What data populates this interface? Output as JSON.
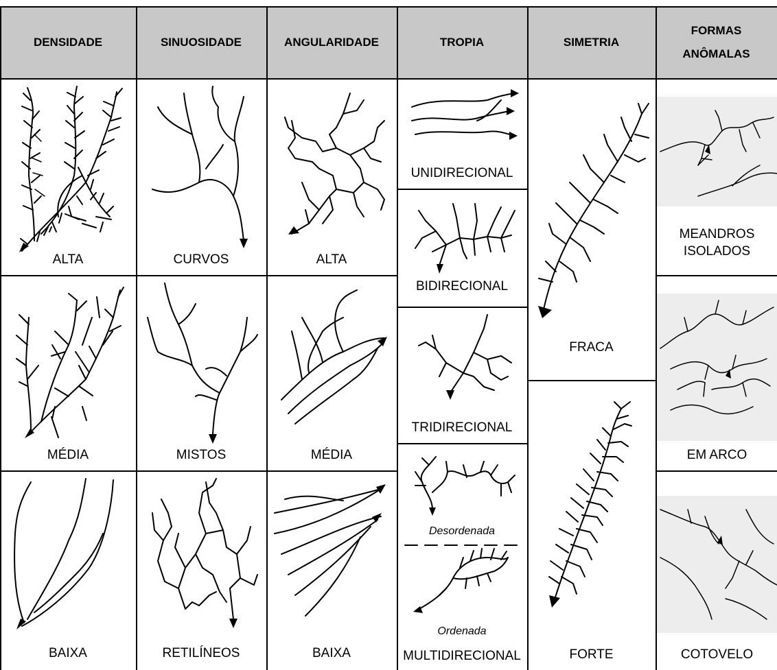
{
  "headers": {
    "densidade": "DENSIDADE",
    "sinuosidade": "SINUOSIDADE",
    "angularidade": "ANGULARIDADE",
    "tropia": "TROPIA",
    "simetria": "SIMETRIA",
    "formas_line1": "FORMAS",
    "formas_line2": "ANÔMALAS"
  },
  "densidade": {
    "alta": "ALTA",
    "media": "MÉDIA",
    "baixa": "BAIXA"
  },
  "sinuosidade": {
    "curvos": "CURVOS",
    "mistos": "MISTOS",
    "retilineos": "RETILÍNEOS"
  },
  "angularidade": {
    "alta": "ALTA",
    "media": "MÉDIA",
    "baixa": "BAIXA"
  },
  "tropia": {
    "unidirecional": "UNIDIRECIONAL",
    "bidirecional": "BIDIRECIONAL",
    "tridirecional": "TRIDIRECIONAL",
    "desordenada": "Desordenada",
    "ordenada": "Ordenada",
    "multidirecional": "MULTIDIRECIONAL"
  },
  "simetria": {
    "fraca": "FRACA",
    "forte": "FORTE"
  },
  "formas": {
    "meandros_line1": "MEANDROS",
    "meandros_line2": "ISOLADOS",
    "em_arco": "EM ARCO",
    "cotovelo": "COTOVELO"
  },
  "colors": {
    "header_bg": "#c8c8c8",
    "grid": "#000000",
    "photo_bg": "#ededed"
  }
}
